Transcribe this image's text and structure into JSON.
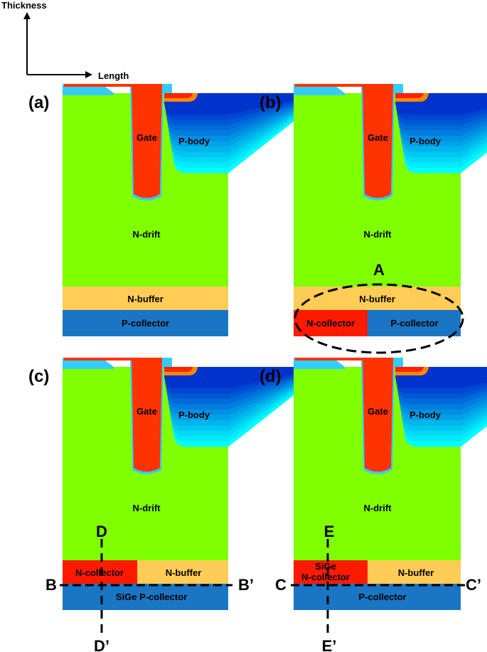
{
  "axes": {
    "vertical_label": "Thickness",
    "horizontal_label": "Length"
  },
  "panels": {
    "a": {
      "tag": "(a)",
      "gate": "Gate",
      "pbody": "P-body",
      "ndrift": "N-drift",
      "nbuffer": "N-buffer",
      "pcollector": "P-collector"
    },
    "b": {
      "tag": "(b)",
      "gate": "Gate",
      "pbody": "P-body",
      "ndrift": "N-drift",
      "nbuffer": "N-buffer",
      "ncollector": "N-collector",
      "pcollector": "P-collector",
      "marker": "A"
    },
    "c": {
      "tag": "(c)",
      "gate": "Gate",
      "pbody": "P-body",
      "ndrift": "N-drift",
      "ncollector": "N-collector",
      "nbuffer": "N-buffer",
      "sige_pcollector": "SiGe P-collector",
      "cut_h_left": "B",
      "cut_h_right": "B’",
      "cut_v_top": "D",
      "cut_v_bottom": "D’"
    },
    "d": {
      "tag": "(d)",
      "gate": "Gate",
      "pbody": "P-body",
      "ndrift": "N-drift",
      "sige_ncollector_line1": "SiGe",
      "sige_ncollector_line2": "N-collector",
      "nbuffer": "N-buffer",
      "pcollector": "P-collector",
      "cut_h_left": "C",
      "cut_h_right": "C’",
      "cut_v_top": "E",
      "cut_v_bottom": "E’"
    }
  },
  "colors": {
    "drift": "#7FFF00",
    "buffer": "#FFCC55",
    "pcollector": "#1A75C4",
    "ncollector": "#FF1A00",
    "gate": "#FF3300",
    "oxide": "#33CCFF",
    "pbody_deep": "#0033CC",
    "pbody_light": "#00FFFF"
  }
}
